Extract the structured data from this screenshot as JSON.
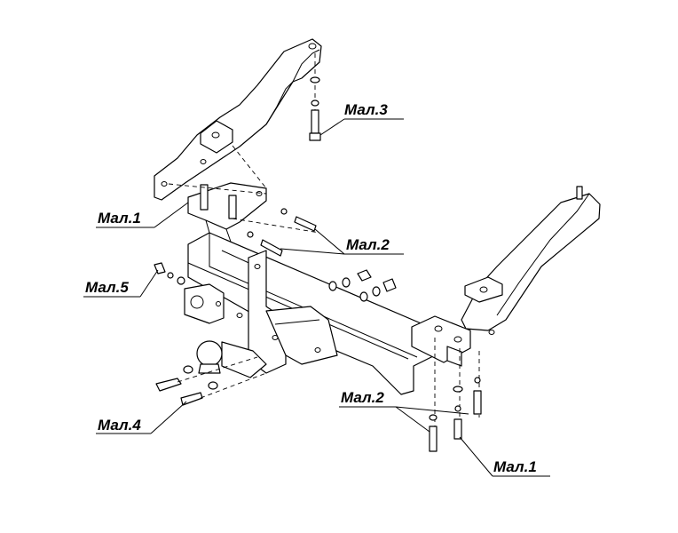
{
  "labels": {
    "top_right_mal3": "Мал.3",
    "left_mal1": "Мал.1",
    "center_mal2": "Мал.2",
    "left_mal5": "Мал.5",
    "left_mal4": "Мал.4",
    "bottom_mal2": "Мал.2",
    "bottom_mal1": "Мал.1"
  }
}
